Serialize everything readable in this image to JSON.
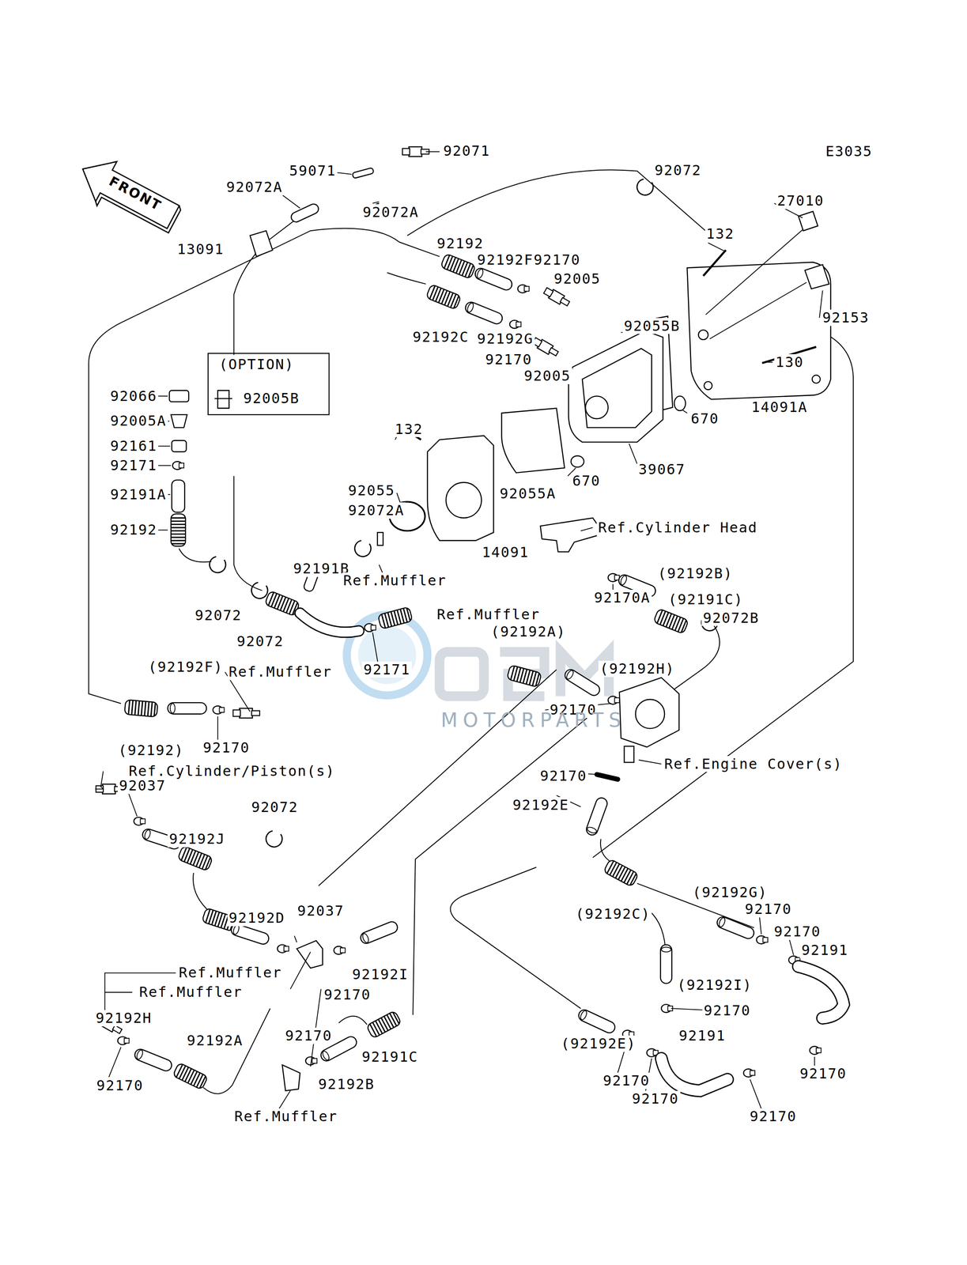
{
  "diagram": {
    "labels": [
      "E3035",
      "92071",
      "59071",
      "92072A",
      "92072A",
      "92072",
      "27010",
      "13091",
      "132",
      "92192",
      "92192F",
      "92170",
      "92005",
      "92192C",
      "92192G",
      "92170",
      "92005",
      "92055B",
      "92153",
      "130",
      "670",
      "14091A",
      "670",
      "39067",
      "(OPTION)",
      "92005B",
      "92066",
      "92005A",
      "92161",
      "92171",
      "92191A",
      "92192",
      "132",
      "92055",
      "92072A",
      "14091",
      "92055A",
      "Ref.Cylinder Head",
      "92191B",
      "Ref.Muffler",
      "92170A",
      "(92192B)",
      "(92191C)",
      "92072B",
      "92072",
      "92072",
      "Ref.Muffler",
      "(92192A)",
      "(92192H)",
      "92171",
      "(92192F)",
      "Ref.Muffler",
      "92170",
      "(92192)",
      "92170",
      "Ref.Cylinder/Piston(s)",
      "Ref.Engine Cover(s)",
      "92037",
      "92170",
      "92072",
      "92192E",
      "92192J",
      "92192D",
      "92037",
      "(92192G)",
      "92170",
      "(92192C)",
      "92170",
      "92191",
      "Ref.Muffler",
      "92170",
      "92192I",
      "Ref.Muffler",
      "(92192I)",
      "92170",
      "92192H",
      "92192A",
      "92170",
      "92191C",
      "92192B",
      "92170",
      "Ref.Muffler",
      "(92192E)",
      "92191",
      "92170",
      "92170",
      "92170",
      "92170",
      "FRONT",
      "MOTORPARTS"
    ]
  }
}
